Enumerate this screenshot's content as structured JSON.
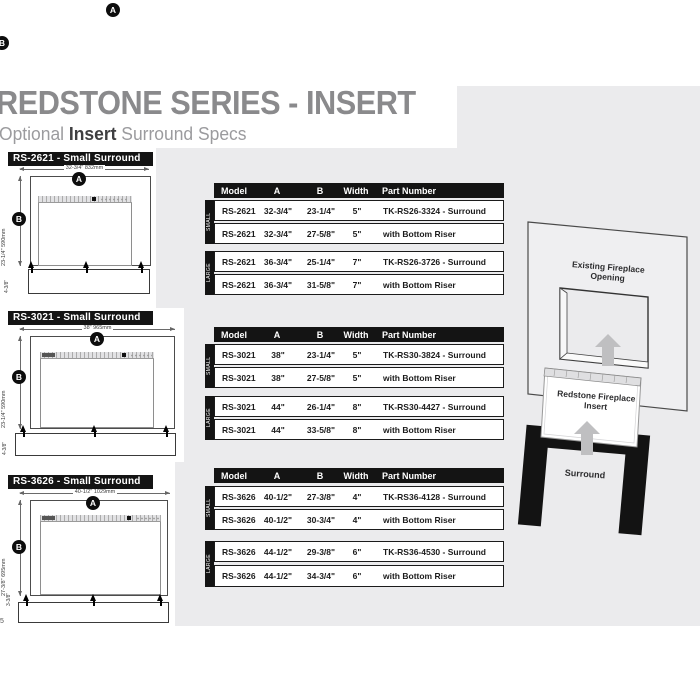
{
  "page": {
    "title": "REDSTONE SERIES - INSERT",
    "subtitle_pre": "Optional ",
    "subtitle_em": "Insert",
    "subtitle_post": " Surround Specs"
  },
  "markers": {
    "top_a": "A",
    "top_b": "B"
  },
  "diagrams": [
    {
      "name": "RS-2621 - Small Surround",
      "width_label": "32-3/4\" 832mm",
      "height_label": "23-1/4\" 590mm",
      "riser_label": "4-3/8\"",
      "marker_a": "A",
      "marker_b": "B"
    },
    {
      "name": "RS-3021 - Small Surround",
      "width_label": "38\" 965mm",
      "height_label": "23-1/4\" 590mm",
      "riser_label": "4-3/8\"",
      "marker_a": "A",
      "marker_b": "B"
    },
    {
      "name": "RS-3626 - Small Surround",
      "width_label": "40-1/2\" 1029mm",
      "height_label": "27-3/8\" 695mm",
      "riser_label": "3-3/8\"",
      "marker_a": "A",
      "marker_b": "B",
      "corner_label": "5"
    }
  ],
  "tables": [
    {
      "headers": [
        "Model",
        "A",
        "B",
        "Width",
        "Part Number"
      ],
      "groups": [
        {
          "side_label": "SMALL SURROUND",
          "rows": [
            [
              "RS-2621",
              "32-3/4\"",
              "23-1/4\"",
              "5\"",
              "TK-RS26-3324 - Surround"
            ],
            [
              "RS-2621",
              "32-3/4\"",
              "27-5/8\"",
              "5\"",
              "with Bottom Riser"
            ]
          ]
        },
        {
          "side_label": "LARGE SURROUND",
          "rows": [
            [
              "RS-2621",
              "36-3/4\"",
              "25-1/4\"",
              "7\"",
              "TK-RS26-3726 - Surround"
            ],
            [
              "RS-2621",
              "36-3/4\"",
              "31-5/8\"",
              "7\"",
              "with Bottom Riser"
            ]
          ]
        }
      ]
    },
    {
      "headers": [
        "Model",
        "A",
        "B",
        "Width",
        "Part Number"
      ],
      "groups": [
        {
          "side_label": "SMALL SURROUND",
          "rows": [
            [
              "RS-3021",
              "38\"",
              "23-1/4\"",
              "5\"",
              "TK-RS30-3824 - Surround"
            ],
            [
              "RS-3021",
              "38\"",
              "27-5/8\"",
              "5\"",
              "with Bottom Riser"
            ]
          ]
        },
        {
          "side_label": "LARGE SURROUND",
          "rows": [
            [
              "RS-3021",
              "44\"",
              "26-1/4\"",
              "8\"",
              "TK-RS30-4427 - Surround"
            ],
            [
              "RS-3021",
              "44\"",
              "33-5/8\"",
              "8\"",
              "with Bottom Riser"
            ]
          ]
        }
      ]
    },
    {
      "headers": [
        "Model",
        "A",
        "B",
        "Width",
        "Part Number"
      ],
      "groups": [
        {
          "side_label": "SMALL SURROUND",
          "rows": [
            [
              "RS-3626",
              "40-1/2\"",
              "27-3/8\"",
              "4\"",
              "TK-RS36-4128 - Surround"
            ],
            [
              "RS-3626",
              "40-1/2\"",
              "30-3/4\"",
              "4\"",
              "with Bottom Riser"
            ]
          ]
        },
        {
          "side_label": "LARGE SURROUND",
          "rows": [
            [
              "RS-3626",
              "44-1/2\"",
              "29-3/8\"",
              "6\"",
              "TK-RS36-4530 - Surround"
            ],
            [
              "RS-3626",
              "44-1/2\"",
              "34-3/4\"",
              "6\"",
              "with Bottom Riser"
            ]
          ]
        }
      ]
    }
  ],
  "install": {
    "opening_line1": "Existing Fireplace",
    "opening_line2": "Opening",
    "insert_line1": "Redstone Fireplace",
    "insert_line2": "Insert",
    "surround_label": "Surround"
  },
  "colors": {
    "bar_black": "#141414",
    "page_gray": "#ebebed",
    "title_gray": "#8a8a8c",
    "arrow_gray": "#bfbfc1"
  }
}
